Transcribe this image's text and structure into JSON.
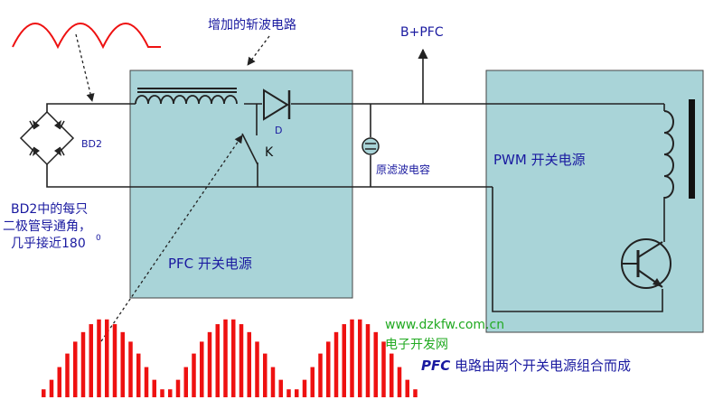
{
  "labels": {
    "new_circuit": "增加的斩波电路",
    "b_pfc": "B+PFC",
    "bd2": "BD2",
    "diode": "D",
    "switch": "K",
    "filter_cap": "原滤波电容",
    "pwm_block": "PWM 开关电源",
    "pfc_block": "PFC 开关电源",
    "bd2_note_1": "BD2中的每只",
    "bd2_note_2": "二极管导通角，",
    "bd2_note_3": "几乎接近180",
    "bd2_note_sup": "0",
    "watermark_url": "www.dzkfw.com.cn",
    "watermark_cn": "电子开发网",
    "caption_latin": "PFC",
    "caption_cn": "电路由两个开关电源组合而成"
  },
  "colors": {
    "block_fill": "#a9d4d8",
    "wave_red": "#ee1111",
    "text_blue": "#1a1aa0",
    "watermark_green": "#22aa22"
  },
  "pulse_train": {
    "humps": 3,
    "bars_per_hump": 16,
    "level": [
      0.1,
      0.22,
      0.38,
      0.55,
      0.7,
      0.82,
      0.92,
      0.98,
      0.98,
      0.92,
      0.82,
      0.7,
      0.55,
      0.38,
      0.22,
      0.1
    ]
  }
}
